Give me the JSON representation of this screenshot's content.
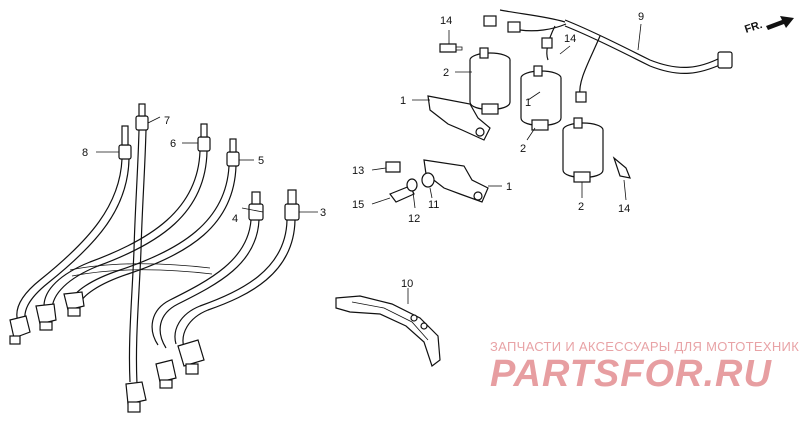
{
  "callouts": {
    "c1a": "1",
    "c1b": "1",
    "c1c": "1",
    "c2a": "2",
    "c2b": "2",
    "c2c": "2",
    "c3": "3",
    "c4": "4",
    "c5": "5",
    "c6": "6",
    "c7": "7",
    "c8": "8",
    "c9": "9",
    "c10": "10",
    "c11": "11",
    "c12": "12",
    "c13": "13",
    "c14a": "14",
    "c14b": "14",
    "c14c": "14",
    "c15": "15"
  },
  "direction_marker": {
    "label": "FR."
  },
  "watermark": {
    "top_text": "ЗАПЧАСТИ И АКСЕССУАРЫ ДЛЯ МОТОТЕХНИКИ",
    "logo_text": "PARTSFOR.RU"
  },
  "colors": {
    "line": "#111111",
    "watermark": "#e79ea1",
    "background": "#ffffff"
  }
}
